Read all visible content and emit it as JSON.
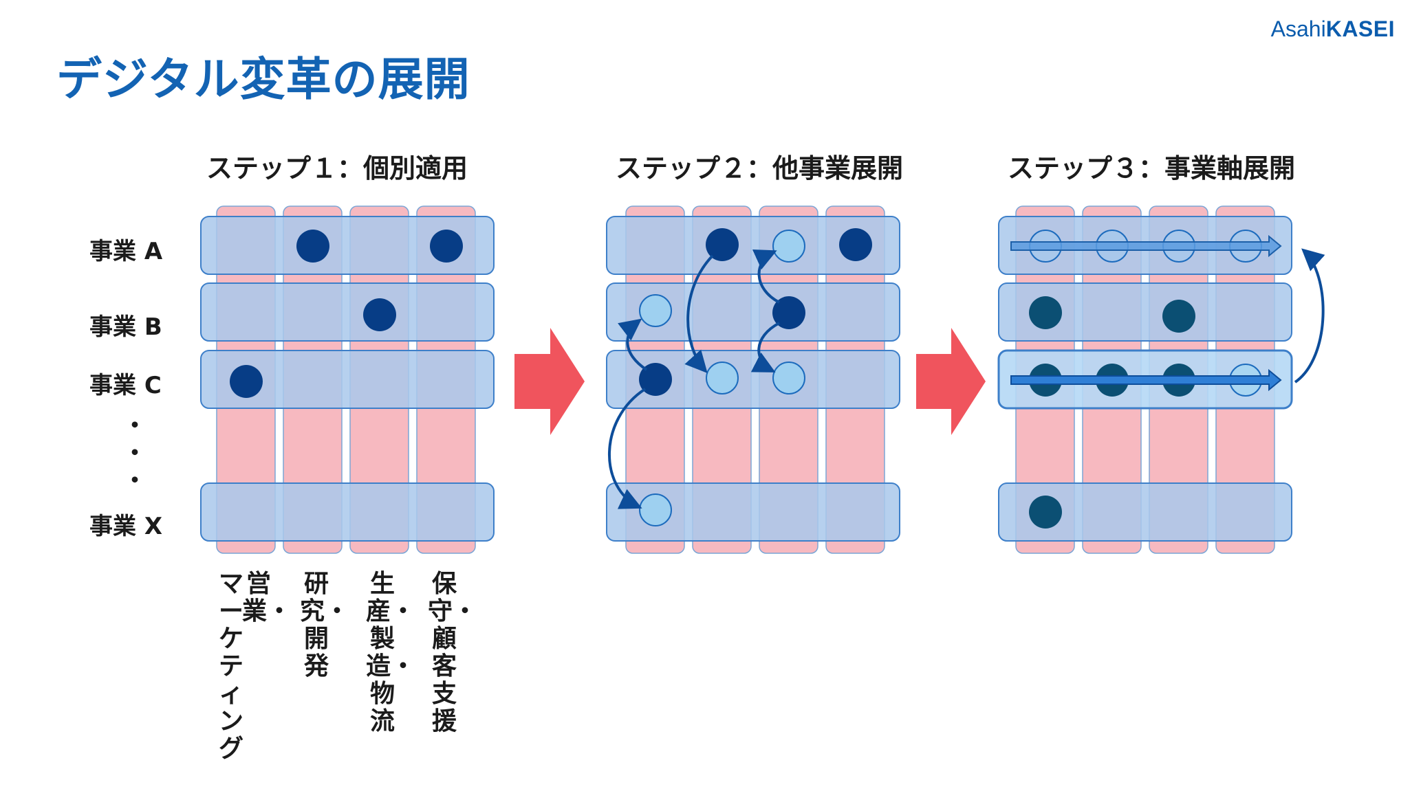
{
  "header": {
    "title": "デジタル変革の展開",
    "logo_prefix": "Asahi",
    "logo_bold": "KASEI"
  },
  "steps": [
    {
      "title": "ステップ１：個別適用"
    },
    {
      "title": "ステップ２：他事業展開"
    },
    {
      "title": "ステップ３：事業軸展開"
    }
  ],
  "rows": {
    "a": "事業 A",
    "b": "事業 B",
    "c": "事業 C",
    "x": "事業 X",
    "ellipsis": "・\n・\n・"
  },
  "functions": [
    {
      "lines": [
        "マーケティング",
        "営業・"
      ]
    },
    {
      "lines": [
        "研究・開発"
      ]
    },
    {
      "lines": [
        "生産・製造・物流"
      ]
    },
    {
      "lines": [
        "保守・顧客支援"
      ]
    }
  ],
  "colors": {
    "title": "#1363b3",
    "pillar": "#f7b9c0",
    "row_band": "#a9c8eb",
    "dot_dark": "#073d86",
    "dot_light": "#9ed0f0",
    "dot_teal": "#0b4f73",
    "arrow_red": "#f0545d",
    "curve": "#0d4d9a"
  }
}
